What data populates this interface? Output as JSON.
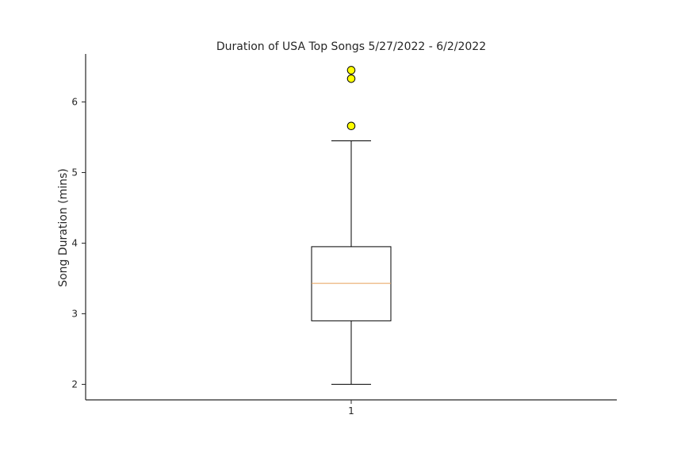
{
  "chart_data": {
    "type": "boxplot",
    "title": "Duration of USA Top Songs 5/27/2022 - 6/2/2022",
    "xlabel": "",
    "ylabel": "Song Duration (mins)",
    "categories": [
      "1"
    ],
    "ylim": [
      1.78,
      6.68
    ],
    "yticks": [
      2,
      3,
      4,
      5,
      6
    ],
    "grid": false,
    "boxes": [
      {
        "category": "1",
        "whisker_low": 2.0,
        "q1": 2.9,
        "median": 3.43,
        "q3": 3.95,
        "whisker_high": 5.45,
        "outliers": [
          5.66,
          6.33,
          6.45
        ]
      }
    ],
    "colors": {
      "box": "#000000",
      "median": "#e6a15a",
      "outlier_fill": "#ffff00",
      "outlier_edge": "#000000",
      "axis": "#262626"
    }
  }
}
